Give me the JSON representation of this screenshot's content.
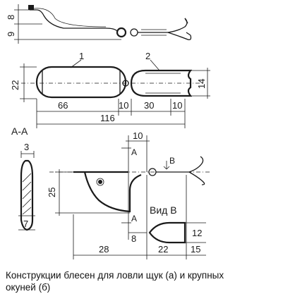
{
  "figure_a": {
    "left_dims": [
      "8",
      "9"
    ],
    "height_dim": "22",
    "part_labels": [
      "1",
      "2"
    ],
    "right_dim": "14",
    "bottom_dims": [
      "66",
      "10",
      "30",
      "10"
    ],
    "total_dim": "116"
  },
  "section_aa": {
    "title": "А-А",
    "width_dim": "3",
    "height_dim": "7"
  },
  "figure_b": {
    "top_dim": "10",
    "section_mark_top": "А",
    "section_mark_bottom": "А",
    "view_mark": "В",
    "height_dim": "25",
    "view_label": "Вид В",
    "dims": [
      "8",
      "28",
      "22",
      "12",
      "15"
    ]
  },
  "caption": "Конструкции блесен для ловли щук (а) и крупных окуней (б)"
}
